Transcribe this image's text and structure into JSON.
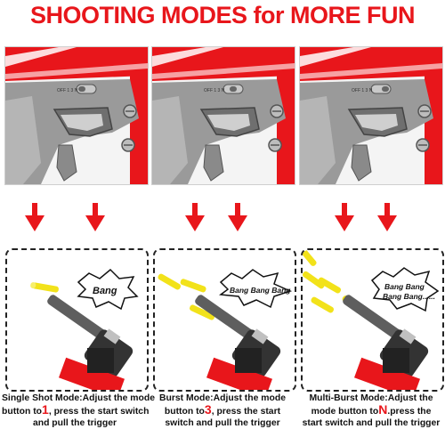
{
  "title": "SHOOTING MODES for MORE FUN",
  "switch_label": "OFF 1 3 N",
  "colors": {
    "red": "#e8161b",
    "dart_yellow": "#f2e21a",
    "blaster_gray": "#8a8a8a",
    "text": "#111111"
  },
  "panels": [
    {
      "bubble": "Bang",
      "caption_line1": "Single Shot Mode:Adjust the mode",
      "caption_line2_pre": "button to",
      "caption_num": "1",
      "caption_line2_post": ", press the start switch",
      "caption_line3": "and pull the trigger"
    },
    {
      "bubble": "Bang Bang Bang",
      "caption_line1": "Burst Mode:Adjust the mode",
      "caption_line2_pre": "button to",
      "caption_num": "3",
      "caption_line2_post": ", press the start",
      "caption_line3": "switch and pull the trigger"
    },
    {
      "bubble_line1": "Bang Bang",
      "bubble_line2": "Bang Bang......",
      "caption_line1": "Multi-Burst Mode:Adjust the",
      "caption_line2_pre": "mode button to",
      "caption_num": "N",
      "caption_line2_post": ".press the",
      "caption_line3": "start switch and pull the trigger"
    }
  ]
}
